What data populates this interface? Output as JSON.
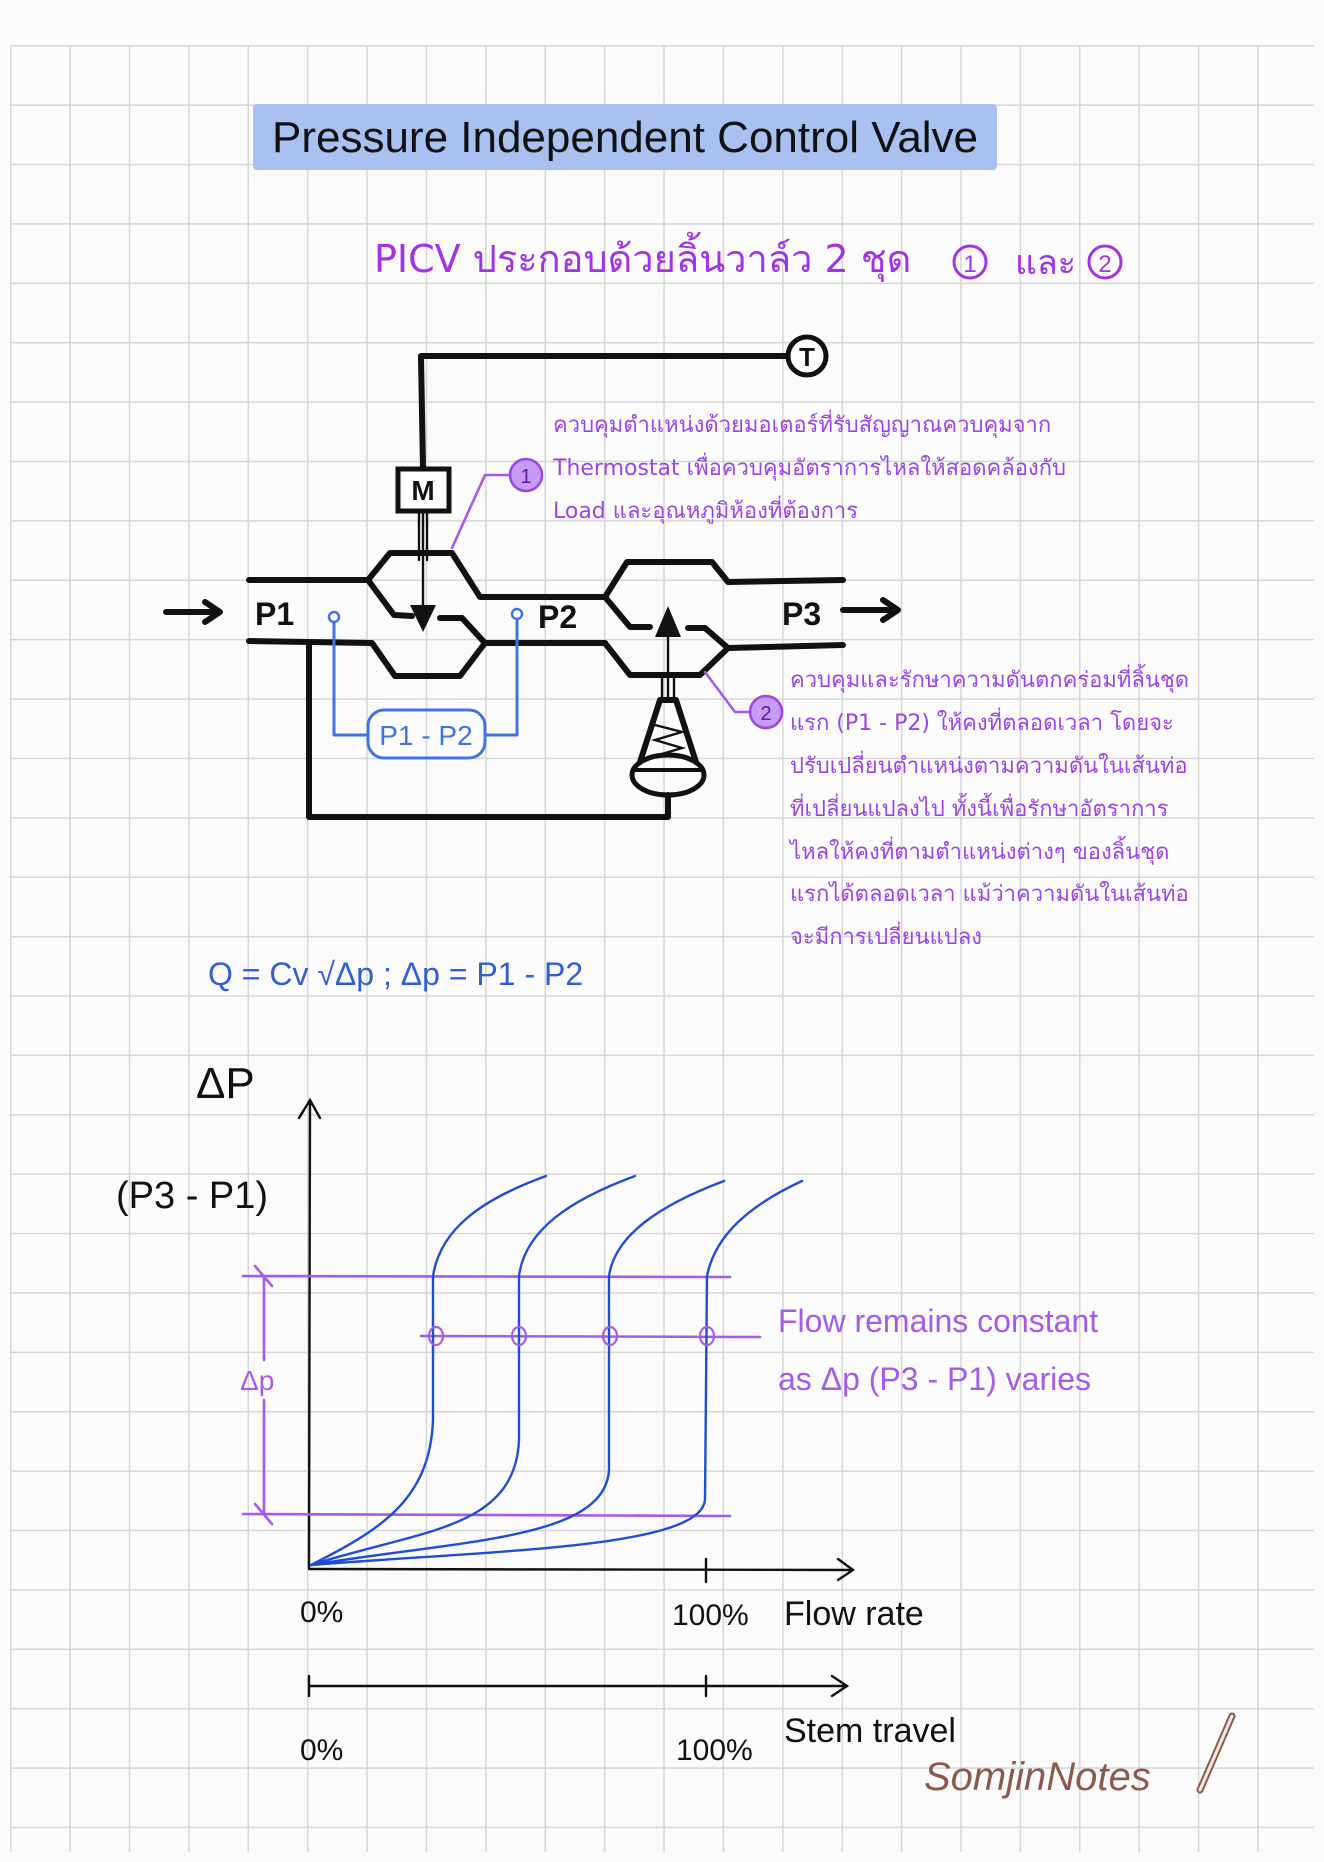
{
  "title": "Pressure Independent Control Valve",
  "subtitle": "PICV ประกอบด้วยลิ้นวาล์ว 2 ชุด",
  "subtitle_marker_1": "1",
  "subtitle_and": "และ",
  "subtitle_marker_2": "2",
  "diagram": {
    "thermostat_symbol": "T",
    "motor_symbol": "M",
    "p1": "P1",
    "p2": "P2",
    "p3": "P3",
    "dp_box": "P1 - P2",
    "marker_1": "1",
    "marker_2": "2"
  },
  "note_1": "ควบคุมตำแหน่งด้วยมอเตอร์ที่รับสัญญาณควบคุมจาก Thermostat เพื่อควบคุมอัตราการไหลให้สอดคล้องกับ Load และอุณหภูมิห้องที่ต้องการ",
  "note_2": "ควบคุมและรักษาความดันตกคร่อมที่ลิ้นชุดแรก (P1 - P2) ให้คงที่ตลอดเวลา โดยจะปรับเปลี่ยนตำแหน่งตามความดันในเส้นท่อที่เปลี่ยนแปลงไป ทั้งนี้เพื่อรักษาอัตราการไหลให้คงที่ตามตำแหน่งต่างๆ ของลิ้นชุดแรกได้ตลอดเวลา แม้ว่าความดันในเส้นท่อจะมีการเปลี่ยนแปลง",
  "formula": "Q = Cv √Δp  ;  Δp = P1 - P2",
  "graph": {
    "y_label": "ΔP",
    "y_label_sub": "(P3 - P1)",
    "dp_range_label": "Δp",
    "annotation_line1": "Flow remains constant",
    "annotation_line2": "as Δp (P3 - P1) varies",
    "x_start": "0%",
    "x_end": "100%",
    "x_label": "Flow rate",
    "stem_start": "0%",
    "stem_end": "100%",
    "stem_label": "Stem travel"
  },
  "logo": "SomjinNotes",
  "colors": {
    "banner": "#a9c1f0",
    "purple": "#a65be8",
    "blue": "#1f4fd0",
    "ink": "#111111",
    "logo": "#8a5a4a"
  }
}
